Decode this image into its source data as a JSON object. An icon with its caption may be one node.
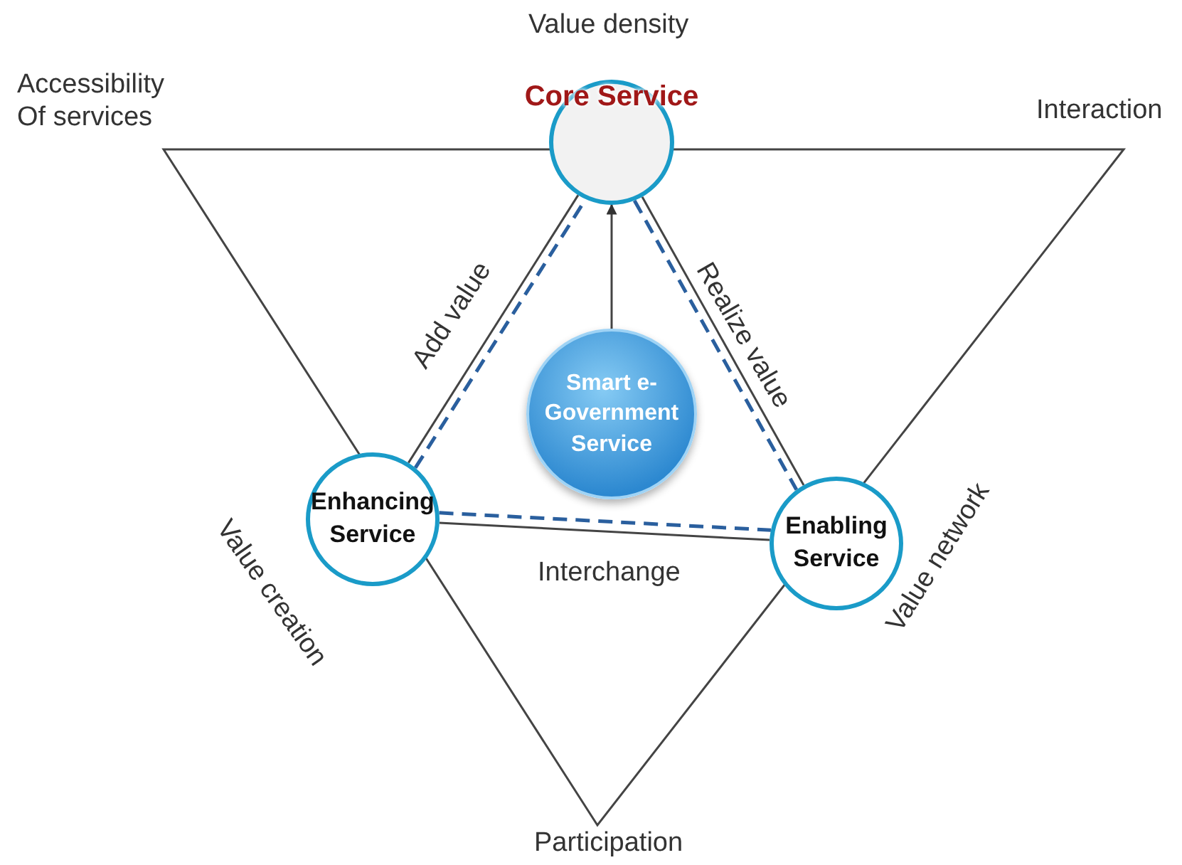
{
  "diagram": {
    "nodes": [
      {
        "text": [
          "Core Service"
        ]
      },
      {
        "text": [
          "Smart e-Government Service"
        ]
      },
      {
        "text": [
          "Enhancing Service"
        ]
      },
      {
        "text": [
          "Enabling Service"
        ]
      }
    ],
    "edges": [
      {
        "from": 2,
        "to": 0,
        "arrow": "none",
        "label": "Add value"
      },
      {
        "from": 0,
        "to": 3,
        "arrow": "none",
        "label": "Realize value"
      },
      {
        "from": 2,
        "to": 3,
        "arrow": "none",
        "label": "Interchange"
      },
      {
        "from": 1,
        "to": 0,
        "arrow": "to"
      },
      {
        "from": 2,
        "to": 0,
        "arrow": "none",
        "style": "dashed",
        "color": "#2a5f9e"
      },
      {
        "from": 0,
        "to": 3,
        "arrow": "none",
        "style": "dashed",
        "color": "#2a5f9e"
      },
      {
        "from": 2,
        "to": 3,
        "arrow": "none",
        "style": "dashed",
        "color": "#2a5f9e"
      }
    ],
    "labels": [
      "Value density",
      "Accessibility Of services",
      "Interaction",
      "Value creation",
      "Value network",
      "Participation"
    ]
  }
}
